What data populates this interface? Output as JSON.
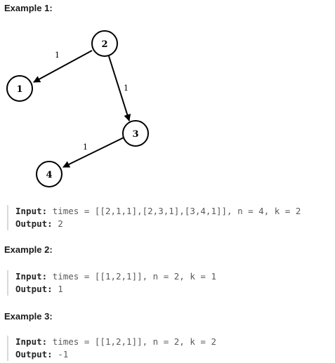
{
  "examples": [
    {
      "title": "Example 1:",
      "input_label": "Input:",
      "input_value": " times = [[2,1,1],[2,3,1],[3,4,1]], n = 4, k = 2",
      "output_label": "Output:",
      "output_value": " 2"
    },
    {
      "title": "Example 2:",
      "input_label": "Input:",
      "input_value": " times = [[1,2,1]], n = 2, k = 1",
      "output_label": "Output:",
      "output_value": " 1"
    },
    {
      "title": "Example 3:",
      "input_label": "Input:",
      "input_value": " times = [[1,2,1]], n = 2, k = 2",
      "output_label": "Output:",
      "output_value": " -1"
    }
  ],
  "graph": {
    "nodes": [
      "2",
      "1",
      "3",
      "4"
    ],
    "edge_weights": [
      "1",
      "1",
      "1"
    ]
  }
}
